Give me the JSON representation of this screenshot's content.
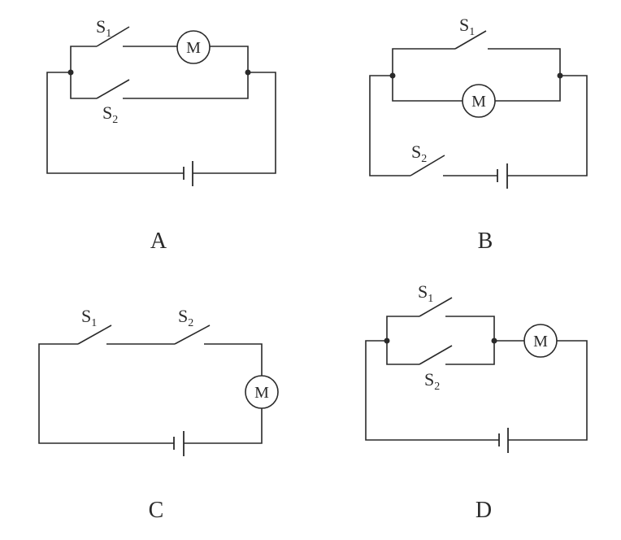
{
  "title": "Motor circuit options",
  "motor_symbol": "M",
  "switch_letter": "S",
  "s1_sub": "1",
  "s2_sub": "2",
  "options": [
    {
      "label": "A",
      "description_hidden": false
    },
    {
      "label": "B"
    },
    {
      "label": "C"
    },
    {
      "label": "D"
    }
  ]
}
